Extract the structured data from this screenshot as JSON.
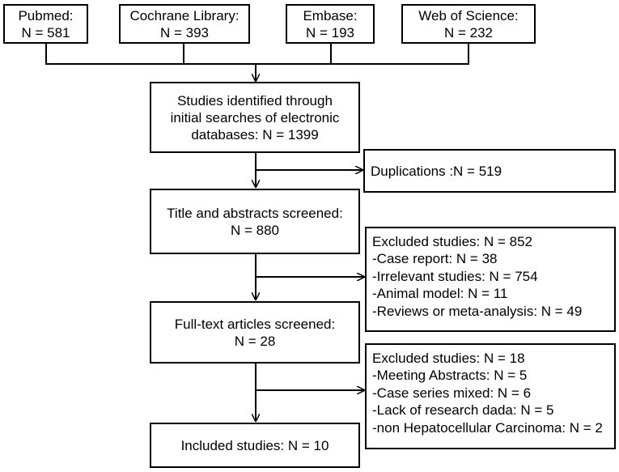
{
  "sources": [
    {
      "name": "Pubmed:",
      "count": "N = 581"
    },
    {
      "name": "Cochrane Library:",
      "count": "N = 393"
    },
    {
      "name": "Embase:",
      "count": "N = 193"
    },
    {
      "name": "Web of Science:",
      "count": "N = 232"
    }
  ],
  "identified": [
    "Studies identified through",
    "initial searches of electronic",
    "databases: N = 1399"
  ],
  "duplications": "Duplications :N = 519",
  "screened": [
    "Title and abstracts screened:",
    "N = 880"
  ],
  "excluded1": [
    "Excluded studies: N = 852",
    "-Case report: N = 38",
    "-Irrelevant studies: N = 754",
    "-Animal model: N = 11",
    "-Reviews or meta-analysis: N = 49"
  ],
  "fulltext": [
    "Full-text articles  screened:",
    "N = 28"
  ],
  "excluded2": [
    "Excluded studies: N = 18",
    "-Meeting Abstracts: N = 5",
    "-Case series mixed: N = 6",
    "-Lack of research dada: N = 5",
    "-non Hepatocellular Carcinoma: N = 2"
  ],
  "included": "Included studies: N = 10"
}
